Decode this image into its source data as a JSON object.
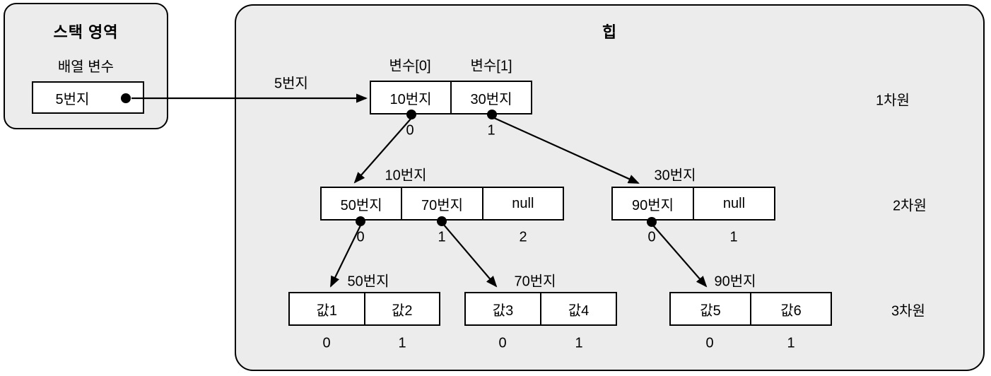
{
  "stack": {
    "title": "스택 영역",
    "subtitle": "배열 변수",
    "cell_value": "5번지"
  },
  "heap": {
    "title": "힙"
  },
  "pointer_label": "5번지",
  "dimension_labels": {
    "dim1": "1차원",
    "dim2": "2차원",
    "dim3": "3차원"
  },
  "array_1d": {
    "labels_above": [
      "변수[0]",
      "변수[1]"
    ],
    "cells": [
      "10번지",
      "30번지"
    ],
    "indices": [
      "0",
      "1"
    ]
  },
  "array_2d_a": {
    "label": "10번지",
    "cells": [
      "50번지",
      "70번지",
      "null"
    ],
    "indices": [
      "0",
      "1",
      "2"
    ]
  },
  "array_2d_b": {
    "label": "30번지",
    "cells": [
      "90번지",
      "null"
    ],
    "indices": [
      "0",
      "1"
    ]
  },
  "array_3d_a": {
    "label": "50번지",
    "cells": [
      "값1",
      "값2"
    ],
    "indices": [
      "0",
      "1"
    ]
  },
  "array_3d_b": {
    "label": "70번지",
    "cells": [
      "값3",
      "값4"
    ],
    "indices": [
      "0",
      "1"
    ]
  },
  "array_3d_c": {
    "label": "90번지",
    "cells": [
      "값5",
      "값6"
    ],
    "indices": [
      "0",
      "1"
    ]
  },
  "colors": {
    "region_fill": "#ececec",
    "cell_fill": "#ffffff",
    "line": "#000000"
  }
}
